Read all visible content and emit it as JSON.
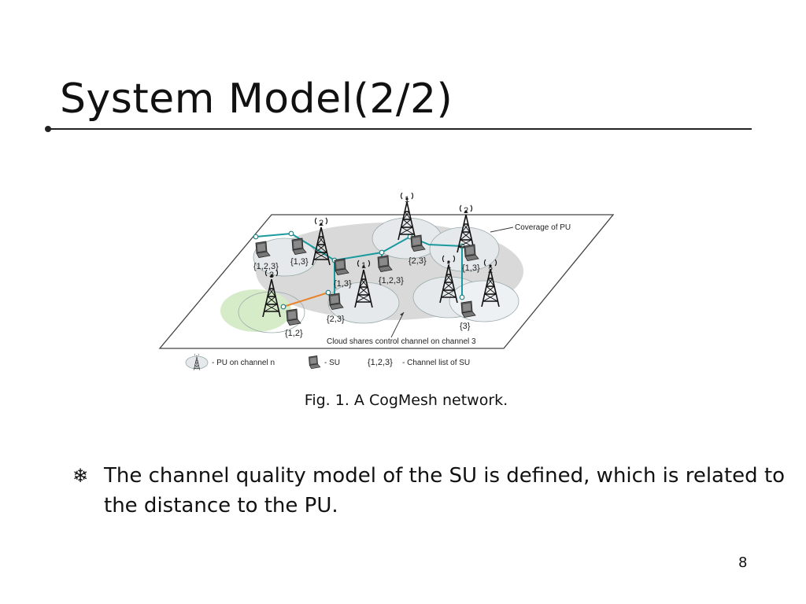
{
  "slide": {
    "title": "System Model(2/2)",
    "page_number": "8"
  },
  "figure": {
    "caption": "Fig. 1. A CogMesh network.",
    "coverage_label": "Coverage of PU",
    "cloud_label": "Cloud shares control channel on channel 3",
    "tower_numbers": [
      "1",
      "2",
      "2",
      "3",
      "1",
      "1",
      "2"
    ],
    "su_channel_lists": [
      "{1,2,3}",
      "{1,3}",
      "{1,3}",
      "{1,2,3}",
      "{2,3}",
      "{1,3}",
      "{2,3}",
      "{1,2}",
      "{3}"
    ],
    "legend": {
      "pu_label": "- PU on channel n",
      "su_label": "- SU",
      "channel_list_example": "{1,2,3}",
      "channel_list_label": "- Channel list of SU"
    },
    "colors": {
      "link": "#1a9a9e",
      "highlight_link": "#e8842a",
      "cloud": "#d9d9d9",
      "pu_coverage": "#e6e9ec",
      "green_coverage": "#d6ecc9"
    }
  },
  "bullet": {
    "symbol": "❄",
    "text": "The channel quality model of the SU is defined, which is related to the distance to the PU."
  }
}
